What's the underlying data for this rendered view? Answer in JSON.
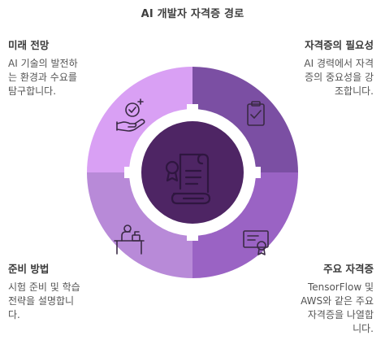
{
  "title": "AI 개발자 자격증 경로",
  "colors": {
    "top_left": "#d9a0f4",
    "top_right": "#7b4fa3",
    "bottom_left": "#b88ad8",
    "bottom_right": "#9a63c4",
    "center": "#4e2564",
    "ring_white": "#ffffff",
    "icon_stroke": "#ffffff",
    "icon_dark": "#3a2a44"
  },
  "sections": {
    "top_left": {
      "heading": "미래 전망",
      "desc_lines": [
        "AI 기술의 발전하",
        "는 환경과 수요를",
        "탐구합니다."
      ],
      "icon": "hand-sparkles-icon"
    },
    "top_right": {
      "heading": "자격증의 필요성",
      "desc_lines": [
        "AI 경력에서 자격",
        "증의 중요성을 강",
        "조합니다."
      ],
      "icon": "clipboard-check-icon"
    },
    "bottom_left": {
      "heading": "준비 방법",
      "desc_lines": [
        "시험 준비 및 학습",
        "전략을 설명합니",
        "다."
      ],
      "icon": "study-desk-icon"
    },
    "bottom_right": {
      "heading": "주요 자격증",
      "desc_lines": [
        "TensorFlow 및",
        "AWS와 같은 주요",
        "자격증을 나열합",
        "니다."
      ],
      "icon": "certificate-icon"
    },
    "center": {
      "icon": "scroll-certificate-icon"
    }
  }
}
